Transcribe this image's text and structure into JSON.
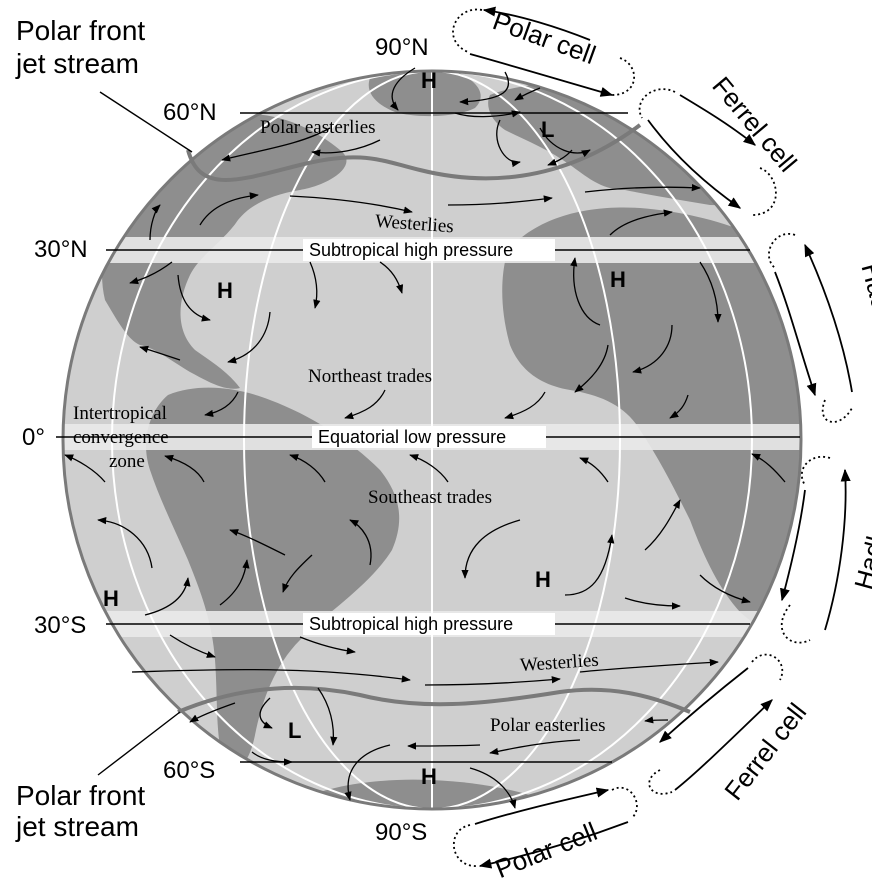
{
  "colors": {
    "ocean": "#cfcfcf",
    "land": "#8e8e8e",
    "band": "#e9e9e9",
    "jet": "#7a7a7a",
    "ink": "#000000",
    "grid": "#ffffff"
  },
  "latitudes": {
    "n90": "90°N",
    "n60": "60°N",
    "n30": "30°N",
    "eq": "0°",
    "s30": "30°S",
    "s60": "60°S",
    "s90": "90°S"
  },
  "jet_labels": {
    "north_line1": "Polar front",
    "north_line2": "jet stream",
    "south_line1": "Polar front",
    "south_line2": "jet stream"
  },
  "zones": {
    "polar_easterlies_n": "Polar easterlies",
    "westerlies_n": "Westerlies",
    "subtropical_high_n": "Subtropical high pressure",
    "northeast_trades": "Northeast trades",
    "itcz_line1": "Intertropical",
    "itcz_line2": "convergence",
    "itcz_line3": "zone",
    "equatorial_low": "Equatorial low pressure",
    "southeast_trades": "Southeast trades",
    "subtropical_high_s": "Subtropical high pressure",
    "westerlies_s": "Westerlies",
    "polar_easterlies_s": "Polar easterlies"
  },
  "pressure_markers": {
    "h_arctic": "H",
    "l_europe": "L",
    "h_n_atlantic": "H",
    "h_n_africa": "H",
    "h_s_pacific": "H",
    "h_s_atlantic": "H",
    "l_s_america": "L",
    "h_antarctic": "H"
  },
  "cells": {
    "polar_n": "Polar cell",
    "ferrel_n": "Ferrel cell",
    "hadley_n": "Hadley cell",
    "hadley_s": "Hadley cell",
    "ferrel_s": "Ferrel cell",
    "polar_s": "Polar cell"
  }
}
